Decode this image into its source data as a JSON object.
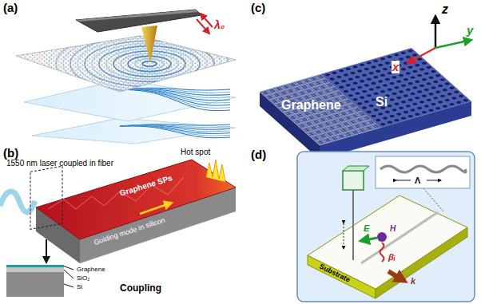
{
  "diagram": {
    "labels": [
      "(a)",
      "λ₀",
      "(b)",
      "1550 nm laser coupled in fiber",
      "Graphene SPs",
      "Hot spot",
      "Guiding mode in silicon",
      "Graphene",
      "SiO₂",
      "Si",
      "Coupling",
      "(c)",
      "z",
      "x",
      "y",
      "Graphene",
      "Si",
      "(d)",
      "E",
      "H",
      "βᵢ",
      "k",
      "Λ",
      "Substrate"
    ]
  }
}
